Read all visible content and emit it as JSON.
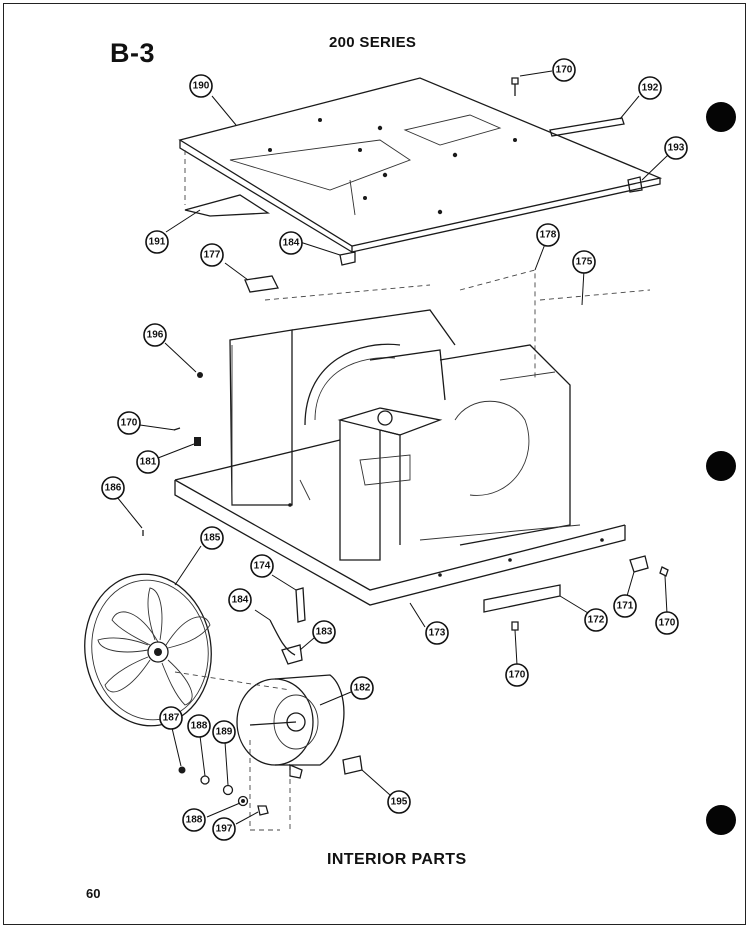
{
  "section_code": "B-3",
  "series_title": "200 SERIES",
  "figure_caption": "INTERIOR PARTS",
  "page_number": "60",
  "callouts": [
    "190",
    "170",
    "192",
    "193",
    "191",
    "184",
    "177",
    "178",
    "175",
    "196",
    "170",
    "181",
    "186",
    "185",
    "174",
    "184",
    "183",
    "173",
    "172",
    "171",
    "170",
    "170",
    "182",
    "187",
    "188",
    "189",
    "195",
    "188",
    "197"
  ]
}
